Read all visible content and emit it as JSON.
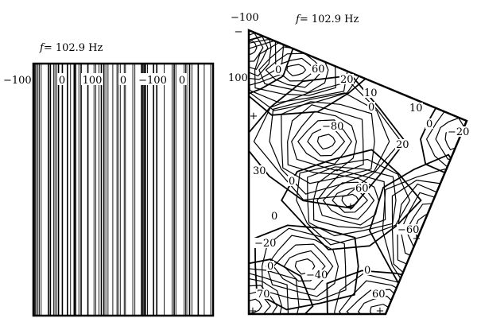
{
  "left_panel": {
    "title_var": "f",
    "title_rest": "= 102.9 Hz",
    "axis_label": "−100",
    "inline_labels": [
      "0",
      "100",
      "0",
      "−100",
      "0"
    ]
  },
  "right_panel": {
    "title_var": "f",
    "title_rest": "= 102.9 Hz",
    "axis_top_label": "−100",
    "axis_side_label": "100",
    "contour_labels": [
      "0",
      "60",
      "20",
      "10",
      "0",
      "10",
      "0",
      "−20",
      "−80",
      "20",
      "30",
      "0",
      "60",
      "0",
      "−60",
      "−20",
      "0",
      "−40",
      "0",
      "70",
      "60"
    ],
    "markers": [
      "+",
      "+",
      "+",
      "+",
      "+",
      "−"
    ]
  }
}
